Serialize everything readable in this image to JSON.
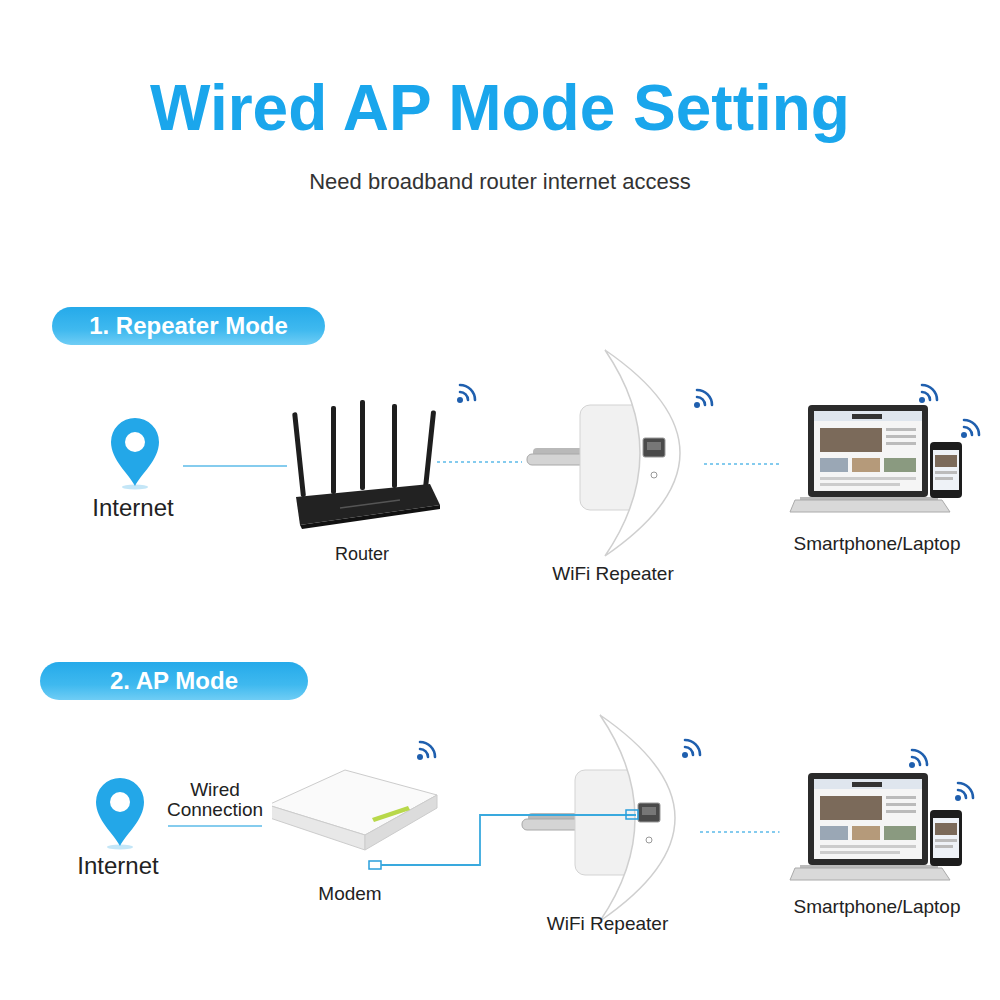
{
  "diagram": {
    "title": "Wired AP Mode Setting",
    "nodes": [
      {
        "text": [
          "1. Repeater Mode"
        ]
      },
      {
        "text": [
          "Internet"
        ]
      },
      {
        "text": [
          "Router"
        ]
      },
      {
        "text": [
          "WiFi Repeater"
        ]
      },
      {
        "text": [
          "Smartphone/Laptop"
        ]
      },
      {
        "text": [
          "2. AP Mode"
        ]
      },
      {
        "text": [
          "Internet"
        ]
      },
      {
        "text": [
          "Modem"
        ]
      },
      {
        "text": [
          "WiFi Repeater"
        ]
      },
      {
        "text": [
          "Smartphone/Laptop"
        ]
      }
    ],
    "edges": [
      {
        "from": 1,
        "to": 2,
        "arrow": "none"
      },
      {
        "from": 2,
        "to": 3,
        "arrow": "none"
      },
      {
        "from": 3,
        "to": 4,
        "arrow": "none"
      },
      {
        "from": 6,
        "to": 7,
        "label": "Wired Connection",
        "arrow": "none"
      },
      {
        "from": 7,
        "to": 8,
        "arrow": "none"
      },
      {
        "from": 8,
        "to": 9,
        "arrow": "none"
      }
    ],
    "labels": [
      "Need broadband router internet access"
    ]
  }
}
